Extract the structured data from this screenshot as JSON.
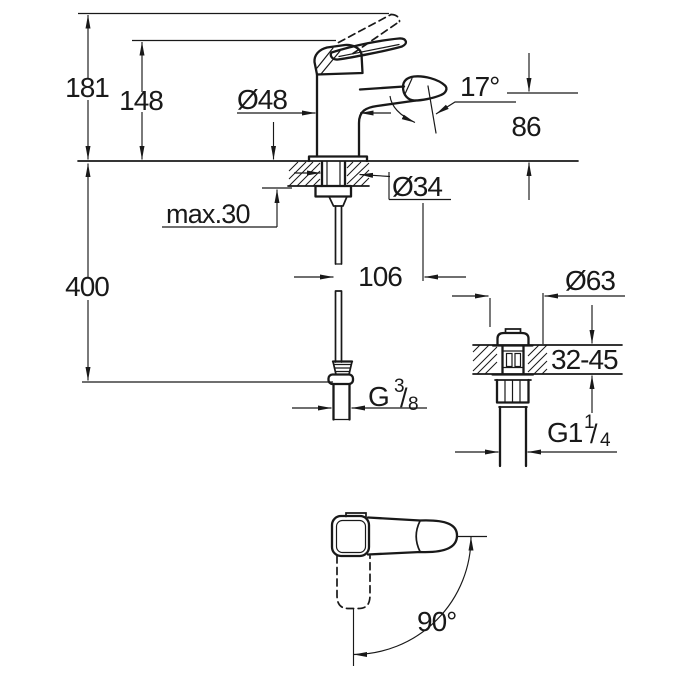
{
  "drawing": {
    "background": "#ffffff",
    "ink": "#191919",
    "front_view": {
      "total_height": "181",
      "lever_height": "148",
      "body_diameter": "Ø48",
      "stream_angle": "17°",
      "outlet_height": "86",
      "max_deck_thickness": "max.30",
      "shank_diameter": "Ø34",
      "hose_length": "400",
      "spout_projection": "106",
      "supply_thread": {
        "prefix": "G",
        "numerator": "3",
        "slash": "/",
        "denominator": "8"
      }
    },
    "waste_view": {
      "cap_diameter": "Ø63",
      "deck_thickness_range": "32-45",
      "outlet_thread": {
        "prefix": "G1",
        "numerator": "1",
        "slash": "/",
        "denominator": "4"
      }
    },
    "top_view": {
      "swivel_angle": "90°"
    }
  }
}
